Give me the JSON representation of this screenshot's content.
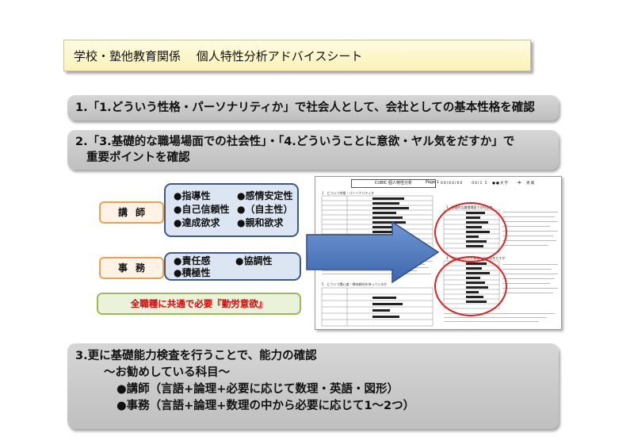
{
  "header": {
    "title": "学校・塾他教育関係　 個人特性分析アドバイスシート"
  },
  "sections": {
    "s1": "1.「1.どういう性格・パーソナリティか」で社会人として、会社としての基本性格を確認",
    "s2_line1": "2.「3.基礎的な職場場面での社会性」・「4.どういうことに意欲・ヤル気をだすか」で",
    "s2_line2": "重要ポイントを確認",
    "s3_line1": "3.更に基礎能力検査を行うことで、能力の確認",
    "s3_line2": "～お勧めしている科目～",
    "s3_line3": "●講師（言語+論理+必要に応じて数理・英語・図形）",
    "s3_line4": "●事務（言語+論理+数理の中から必要に応じて1～2つ）"
  },
  "roles": {
    "teacher": {
      "label": "講師",
      "traits": [
        "●指導性",
        "●感情安定性",
        "●自己信頼性",
        "●（自主性）",
        "●達成欲求",
        "●親和欲求"
      ]
    },
    "office": {
      "label": "事務",
      "traits": [
        "●責任感",
        "●協調性",
        "●積極性",
        ""
      ]
    }
  },
  "common_note": "全職種に共通で必要『勤労意欲』",
  "sample_sheet": {
    "title": "CUBIC 個人特性分析",
    "page": "Page 1",
    "info": "00/00/00　　00/1 5　●●大学　　中　央城",
    "section1": "1　どういう性格・パーソナリティか",
    "section3": "3　基礎的な職場場面での社会性",
    "section4": "4　どういうことに意欲・ヤル気をだすか",
    "section5": "5　どういう関心度・興味傾向を持っているか"
  },
  "colors": {
    "title_bg": "#fbf2b8",
    "bar_bg": "#c8c8c8",
    "role_border": "#f0a050",
    "blue_box": "#dce6f2",
    "arrow": "#4f7cc0",
    "highlight": "#e02020"
  },
  "icons": {
    "arrow": "right-arrow-icon"
  }
}
